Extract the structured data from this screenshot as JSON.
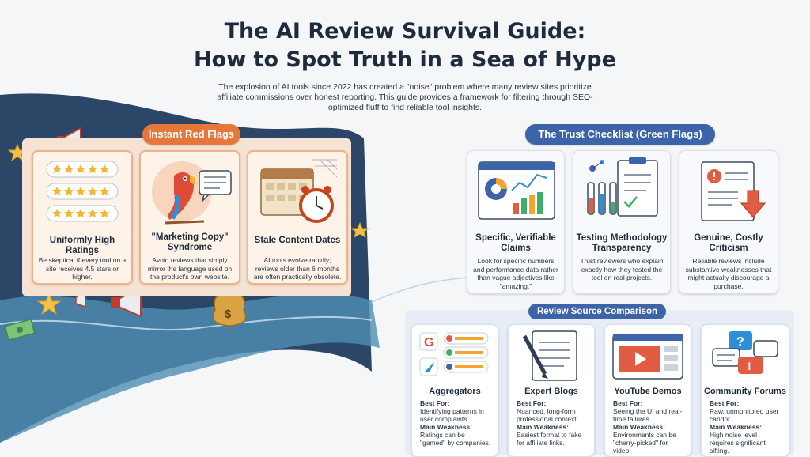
{
  "header": {
    "title_line1": "The AI Review Survival Guide:",
    "title_line2": "How to Spot Truth in a Sea of Hype",
    "intro": "The explosion of AI tools since 2022 has created a \"noise\" problem where many review sites prioritize affiliate commissions over honest reporting. This guide provides a framework for filtering through SEO-optimized fluff to find reliable tool insights."
  },
  "red_flags": {
    "label": "Instant Red Flags",
    "cards": [
      {
        "icon": "star-ratings-icon",
        "title": "Uniformly High Ratings",
        "body": "Be skeptical if every tool on a site receives 4.5 stars or higher."
      },
      {
        "icon": "parrot-icon",
        "title": "\"Marketing Copy\" Syndrome",
        "body": "Avoid reviews that simply mirror the language used on the product's own website."
      },
      {
        "icon": "old-calendar-clock-icon",
        "title": "Stale Content Dates",
        "body": "AI tools evolve rapidly; reviews older than 6 months are often practically obsolete."
      }
    ]
  },
  "green_flags": {
    "label": "The Trust Checklist (Green Flags)",
    "cards": [
      {
        "icon": "data-dashboard-icon",
        "title": "Specific, Verifiable Claims",
        "body": "Look for specific numbers and performance data rather than vague adjectives like \"amazing.\""
      },
      {
        "icon": "lab-clipboard-icon",
        "title": "Testing Methodology Transparency",
        "body": "Trust reviewers who explain exactly how they tested the tool on real projects."
      },
      {
        "icon": "critical-document-icon",
        "title": "Genuine, Costly Criticism",
        "body": "Reliable reviews include substantive weaknesses that might actually discourage a purchase."
      }
    ]
  },
  "sources": {
    "label": "Review Source Comparison",
    "best_for_label": "Best For:",
    "weakness_label": "Main Weakness:",
    "cards": [
      {
        "icon": "aggregator-icon",
        "title": "Aggregators",
        "best": "Identifying patterns in user complaints.",
        "weak": "Ratings can be \"gamed\" by companies."
      },
      {
        "icon": "quill-document-icon",
        "title": "Expert Blogs",
        "best": "Nuanced, long-form professional context.",
        "weak": "Easiest format to fake for affiliate links."
      },
      {
        "icon": "video-player-icon",
        "title": "YouTube Demos",
        "best": "Seeing the UI and real-time failures.",
        "weak": "Environments can be \"cherry-picked\" for video."
      },
      {
        "icon": "chat-bubbles-icon",
        "title": "Community Forums",
        "best": "Raw, unmonitored user candor.",
        "weak": "High noise level requires significant sifting."
      }
    ]
  },
  "decor": {
    "money_bag_symbol": "$",
    "green_accent": "#3fae6a",
    "red_accent": "#e6773b",
    "blue_accent": "#3d63a8"
  }
}
